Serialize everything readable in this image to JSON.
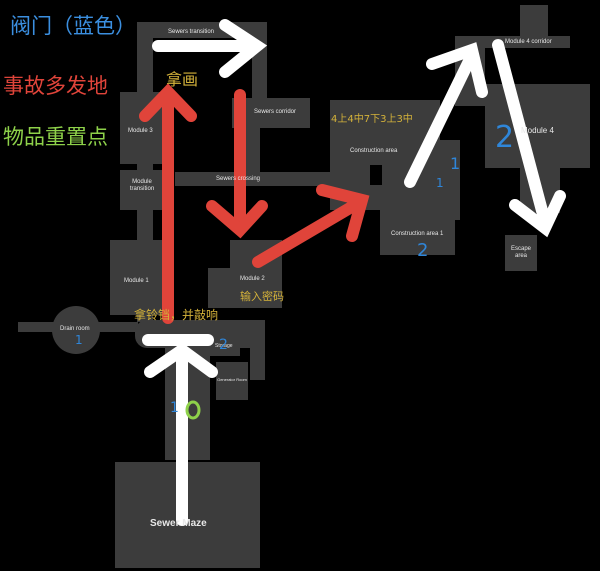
{
  "legend": {
    "valve": {
      "text": "阀门（蓝色）",
      "color": "#3b8fe0"
    },
    "incident": {
      "text": "事故多发地",
      "color": "#e0443a"
    },
    "item_reset": {
      "text": "物品重置点",
      "color": "#8ed14a"
    }
  },
  "rooms": {
    "sewers_transition": "Sewers transition",
    "module4_corridor": "Module 4 corridor",
    "sewers_corridor": "Sewers corridor",
    "module3": "Module 3",
    "module4": "Module 4",
    "construction_area": "Construction area",
    "module_transition": "Module transition",
    "sewers_crossing": "Sewers crossing",
    "construction_area_1": "Construction area 1",
    "escape_area": "Escape area",
    "module1": "Module 1",
    "module2": "Module 2",
    "drain_room": "Drain room",
    "storage": "Storage",
    "generator_room": "Generator Room",
    "sewer_maze": "Sewer Maze"
  },
  "notes": {
    "take_painting": "拿画",
    "code_sequence": "4上4中7下3上3中",
    "enter_password": "输入密码",
    "take_bell": "拿铃铛，并敲响"
  },
  "valve_numbers": [
    "2",
    "1",
    "2",
    "1",
    "1",
    "2",
    "1"
  ],
  "colors": {
    "background": "#000000",
    "room_fill": "#3c3c3c",
    "arrow_white": "#ffffff",
    "arrow_red": "#e0443a",
    "reset_marker": "#8ed14a",
    "valve_number": "#2f86d9"
  }
}
